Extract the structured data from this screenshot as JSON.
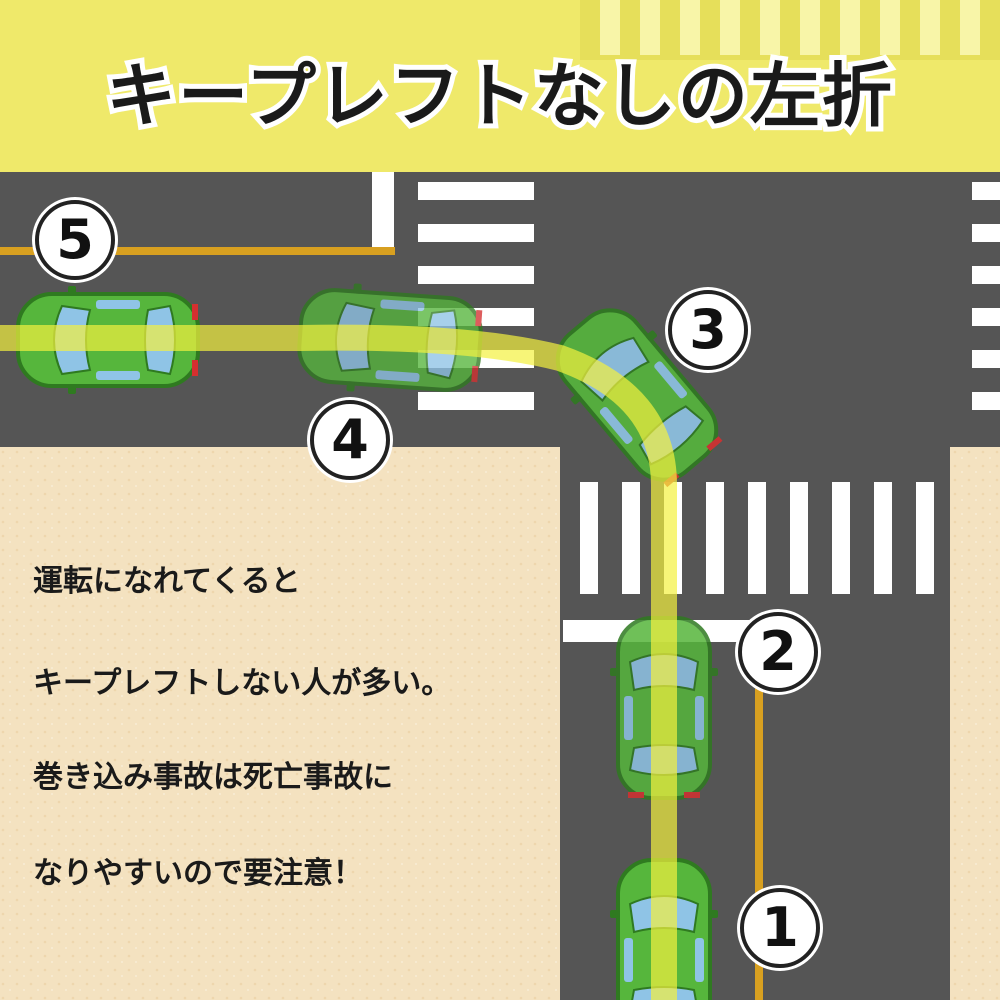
{
  "title": "キープレフトなしの左折",
  "caption_lines": [
    "運転になれてくると",
    "キープレフトしない人が多い。",
    "巻き込み事故は死亡事故に",
    "なりやすいので要注意！"
  ],
  "step_labels": [
    "1",
    "2",
    "3",
    "4",
    "5"
  ],
  "colors": {
    "title_band": "#f2ec72",
    "road": "#555555",
    "sidewalk": "#f5e3c2",
    "car_body": "#56b63c",
    "path_highlight": "#f3f13e",
    "center_line": "#d8a020"
  },
  "icons": [
    "car-icon"
  ]
}
